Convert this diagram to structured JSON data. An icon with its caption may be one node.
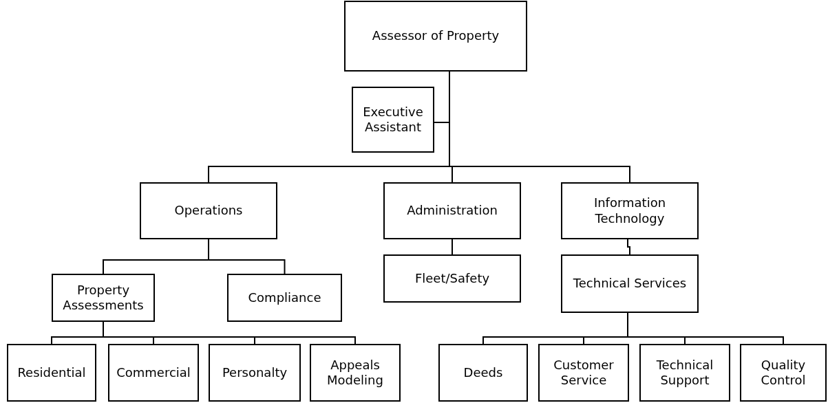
{
  "diagram": {
    "nodes": [
      {
        "text": [
          "Assessor of Property"
        ]
      },
      {
        "text": [
          "Executive Assistant"
        ]
      },
      {
        "text": [
          "Operations"
        ]
      },
      {
        "text": [
          "Administration"
        ]
      },
      {
        "text": [
          "Information Technology"
        ]
      },
      {
        "text": [
          "Fleet/Safety"
        ]
      },
      {
        "text": [
          "Technical Services"
        ]
      },
      {
        "text": [
          "Property Assessments"
        ]
      },
      {
        "text": [
          "Compliance"
        ]
      },
      {
        "text": [
          "Residential"
        ]
      },
      {
        "text": [
          "Commercial"
        ]
      },
      {
        "text": [
          "Personalty"
        ]
      },
      {
        "text": [
          "Appeals Modeling"
        ]
      },
      {
        "text": [
          "Deeds"
        ]
      },
      {
        "text": [
          "Customer Service"
        ]
      },
      {
        "text": [
          "Technical Support"
        ]
      },
      {
        "text": [
          "Quality Control"
        ]
      }
    ],
    "edges": [
      {
        "from": 0,
        "to": 1,
        "arrow": "none"
      },
      {
        "from": 0,
        "to": 2,
        "arrow": "none"
      },
      {
        "from": 0,
        "to": 3,
        "arrow": "none"
      },
      {
        "from": 0,
        "to": 4,
        "arrow": "none"
      },
      {
        "from": 3,
        "to": 5,
        "arrow": "none"
      },
      {
        "from": 4,
        "to": 6,
        "arrow": "none"
      },
      {
        "from": 2,
        "to": 7,
        "arrow": "none"
      },
      {
        "from": 2,
        "to": 8,
        "arrow": "none"
      },
      {
        "from": 7,
        "to": 9,
        "arrow": "none"
      },
      {
        "from": 7,
        "to": 10,
        "arrow": "none"
      },
      {
        "from": 7,
        "to": 11,
        "arrow": "none"
      },
      {
        "from": 7,
        "to": 12,
        "arrow": "none"
      },
      {
        "from": 6,
        "to": 13,
        "arrow": "none"
      },
      {
        "from": 6,
        "to": 14,
        "arrow": "none"
      },
      {
        "from": 6,
        "to": 15,
        "arrow": "none"
      },
      {
        "from": 6,
        "to": 16,
        "arrow": "none"
      }
    ]
  }
}
